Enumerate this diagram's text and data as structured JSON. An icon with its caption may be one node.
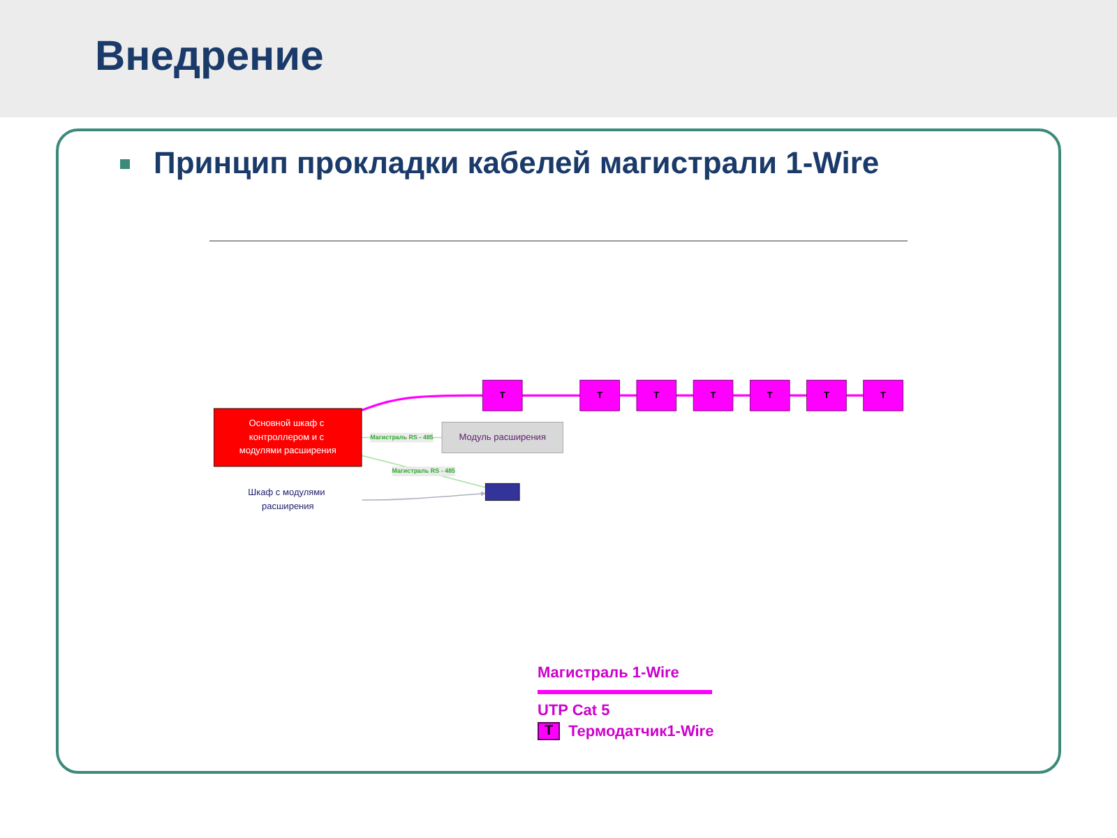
{
  "diagram": {
    "title": "Внедрение",
    "nodes": [
      {
        "text": [
          "Основной шкаф с контроллером и с модулями расширения"
        ]
      },
      {
        "text": [
          "Т"
        ]
      },
      {
        "text": [
          "Т"
        ]
      },
      {
        "text": [
          "Т"
        ]
      },
      {
        "text": [
          "Т"
        ]
      },
      {
        "text": [
          "Т"
        ]
      },
      {
        "text": [
          "Т"
        ]
      },
      {
        "text": [
          "Т"
        ]
      },
      {
        "text": [
          "Модуль расширения"
        ]
      },
      {
        "text": [],
        "shape": "box"
      },
      {
        "text": [
          "Шкаф с модулями расширения"
        ]
      }
    ],
    "edges": [
      {
        "from": 0,
        "to": 1,
        "arrow": "none"
      },
      {
        "from": 1,
        "to": 2,
        "arrow": "none"
      },
      {
        "from": 2,
        "to": 3,
        "arrow": "none"
      },
      {
        "from": 3,
        "to": 4,
        "arrow": "none"
      },
      {
        "from": 4,
        "to": 5,
        "arrow": "none"
      },
      {
        "from": 5,
        "to": 6,
        "arrow": "none"
      },
      {
        "from": 6,
        "to": 7,
        "arrow": "none"
      },
      {
        "from": 0,
        "to": 8,
        "arrow": "none",
        "label": "Магистраль RS - 485",
        "color": "#a8e0a0"
      },
      {
        "from": 0,
        "to": 9,
        "arrow": "none",
        "label": "Магистраль RS - 485",
        "color": "#a8e0a0"
      },
      {
        "from": 10,
        "to": 9,
        "arrow": "to",
        "color": "#b0b0c0"
      }
    ],
    "labels": [
      "Принцип прокладки кабелей магистрали 1-Wire",
      "UTP Cat 5",
      "Т"
    ],
    "legend": [
      {
        "text": "Магистраль 1-Wire"
      },
      {
        "text": "Термодатчик1-Wire"
      }
    ]
  }
}
